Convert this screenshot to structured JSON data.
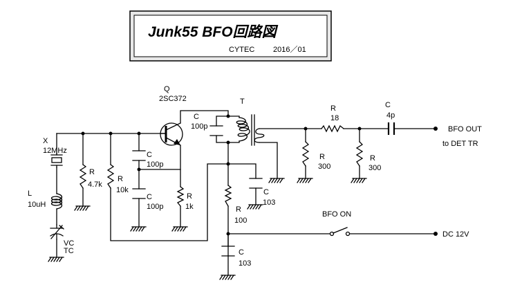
{
  "title_block": {
    "title": "Junk55 BFO回路図",
    "company": "CYTEC",
    "date": "2016／01"
  },
  "labels": {
    "q": "Q",
    "q_part": "2SC372",
    "x": "X",
    "x_val": "12MHz",
    "l": "L",
    "l_val": "10uH",
    "vc": "VC",
    "tc": "TC",
    "r1": "R",
    "r1_val": "4.7k",
    "r2": "R",
    "r2_val": "10k",
    "c1": "C",
    "c1_val": "100p",
    "c2": "C",
    "c2_val": "100p",
    "r3": "R",
    "r3_val": "1k",
    "c_tank": "C",
    "c_tank_val": "100p",
    "t": "T",
    "c_dec": "C",
    "c_dec_val": "103",
    "r_feed": "R",
    "r_feed_val": "100",
    "c_bot": "C",
    "c_bot_val": "103",
    "r_sec": "R",
    "r_sec_val": "300",
    "r_ser": "R",
    "r_ser_val": "18",
    "r_out": "R",
    "r_out_val": "300",
    "c_out": "C",
    "c_out_val": "4p",
    "bfo_on": "BFO ON",
    "out1": "BFO OUT",
    "out2": "to DET TR",
    "dc": "DC 12V"
  }
}
